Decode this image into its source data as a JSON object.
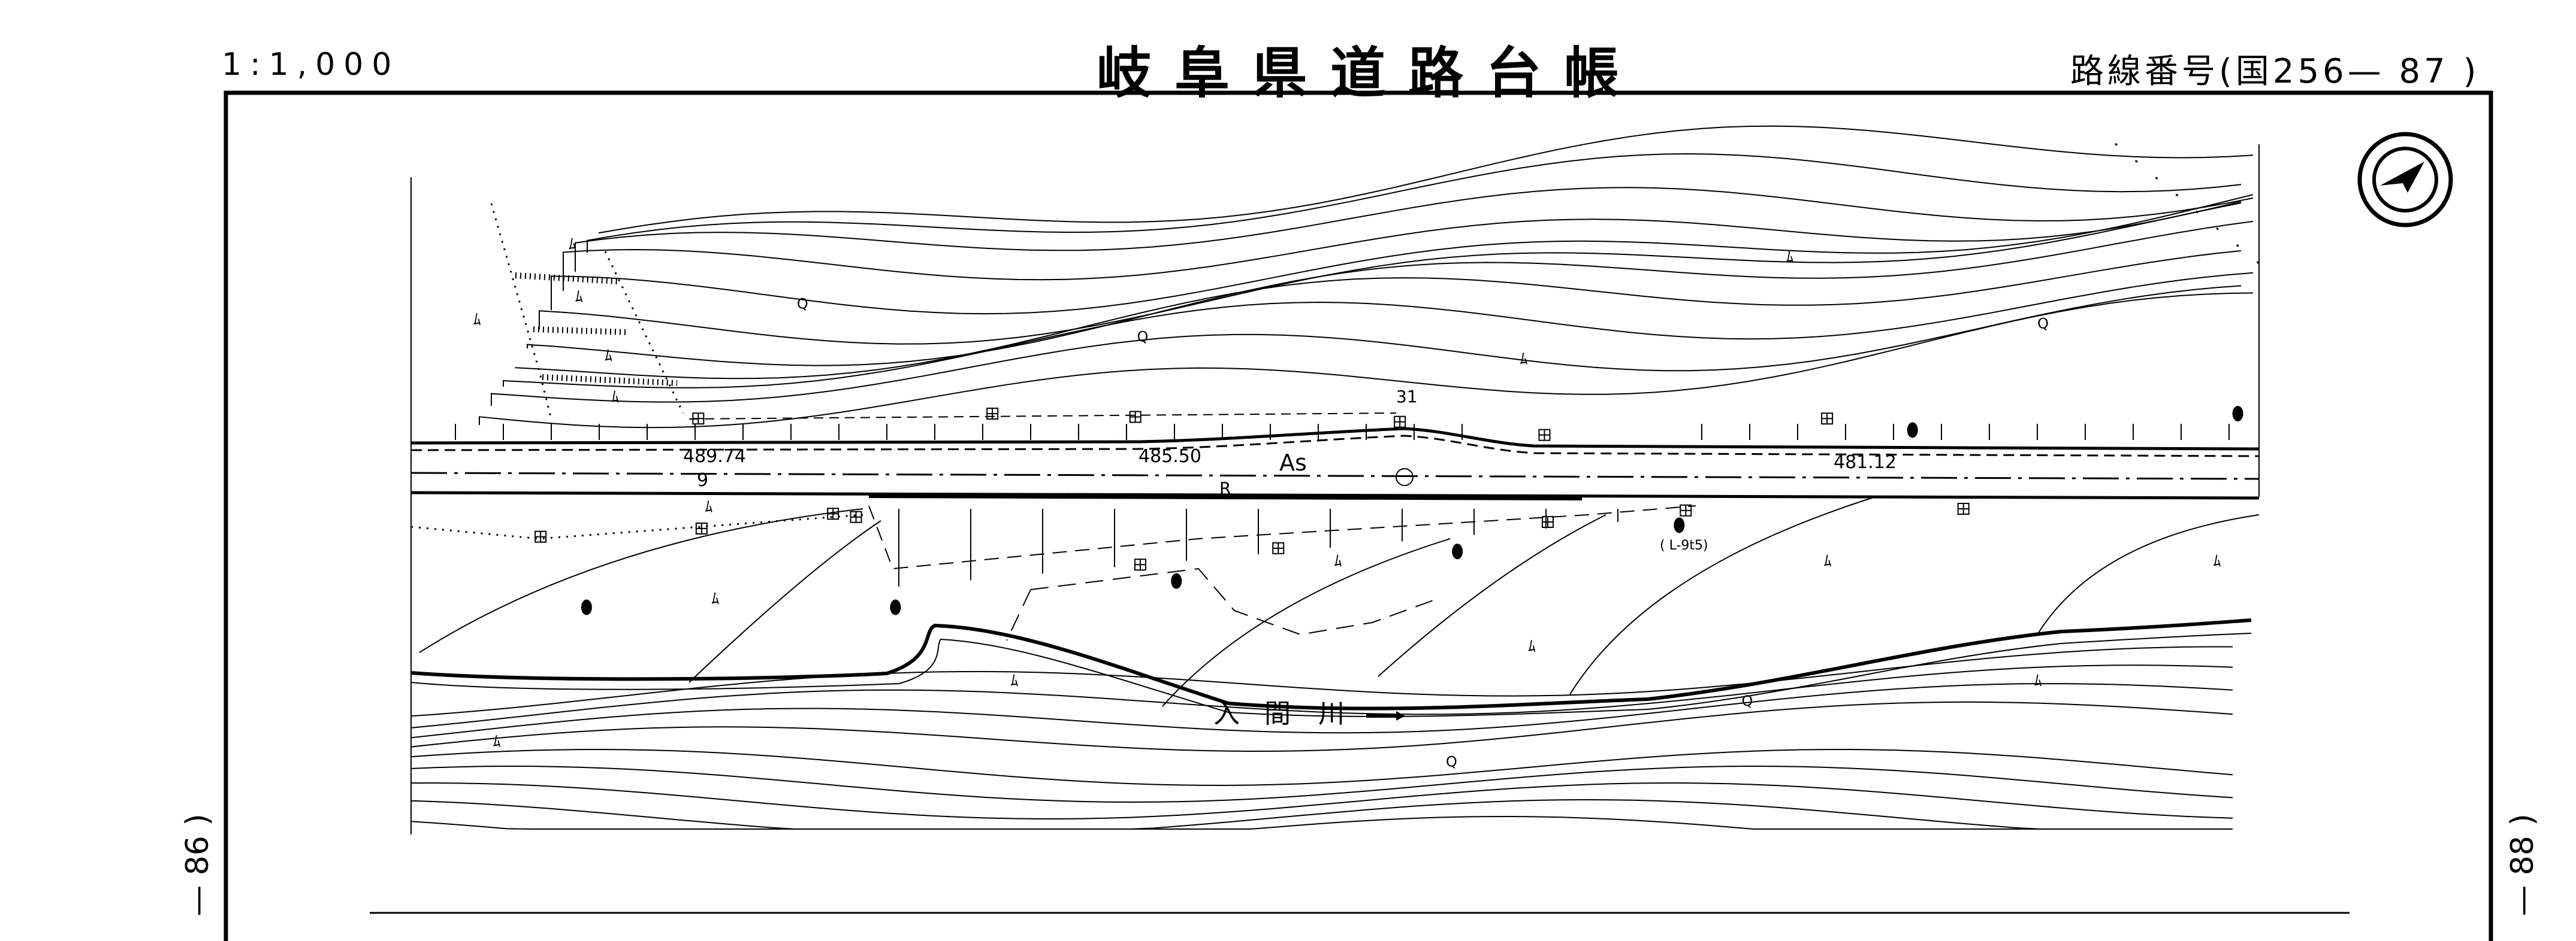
{
  "header": {
    "scale": "1:1,000",
    "title": "岐阜県道路台帳",
    "route_number": "路線番号(国256— 87 )"
  },
  "side_labels": {
    "left": "— 86 )",
    "right": "— 88 )"
  },
  "map": {
    "elevations": [
      "489.74",
      "485.50",
      "481.12"
    ],
    "road_surface": "As",
    "marker_r": "R",
    "marker_9": "9",
    "marker_31": "31",
    "pole_id": "( L-9t5)",
    "river_name": [
      "入",
      "間",
      "川"
    ],
    "symbol_q": "Q",
    "symbol_veg": "ﾑ",
    "compass": "north-arrow-icon"
  }
}
